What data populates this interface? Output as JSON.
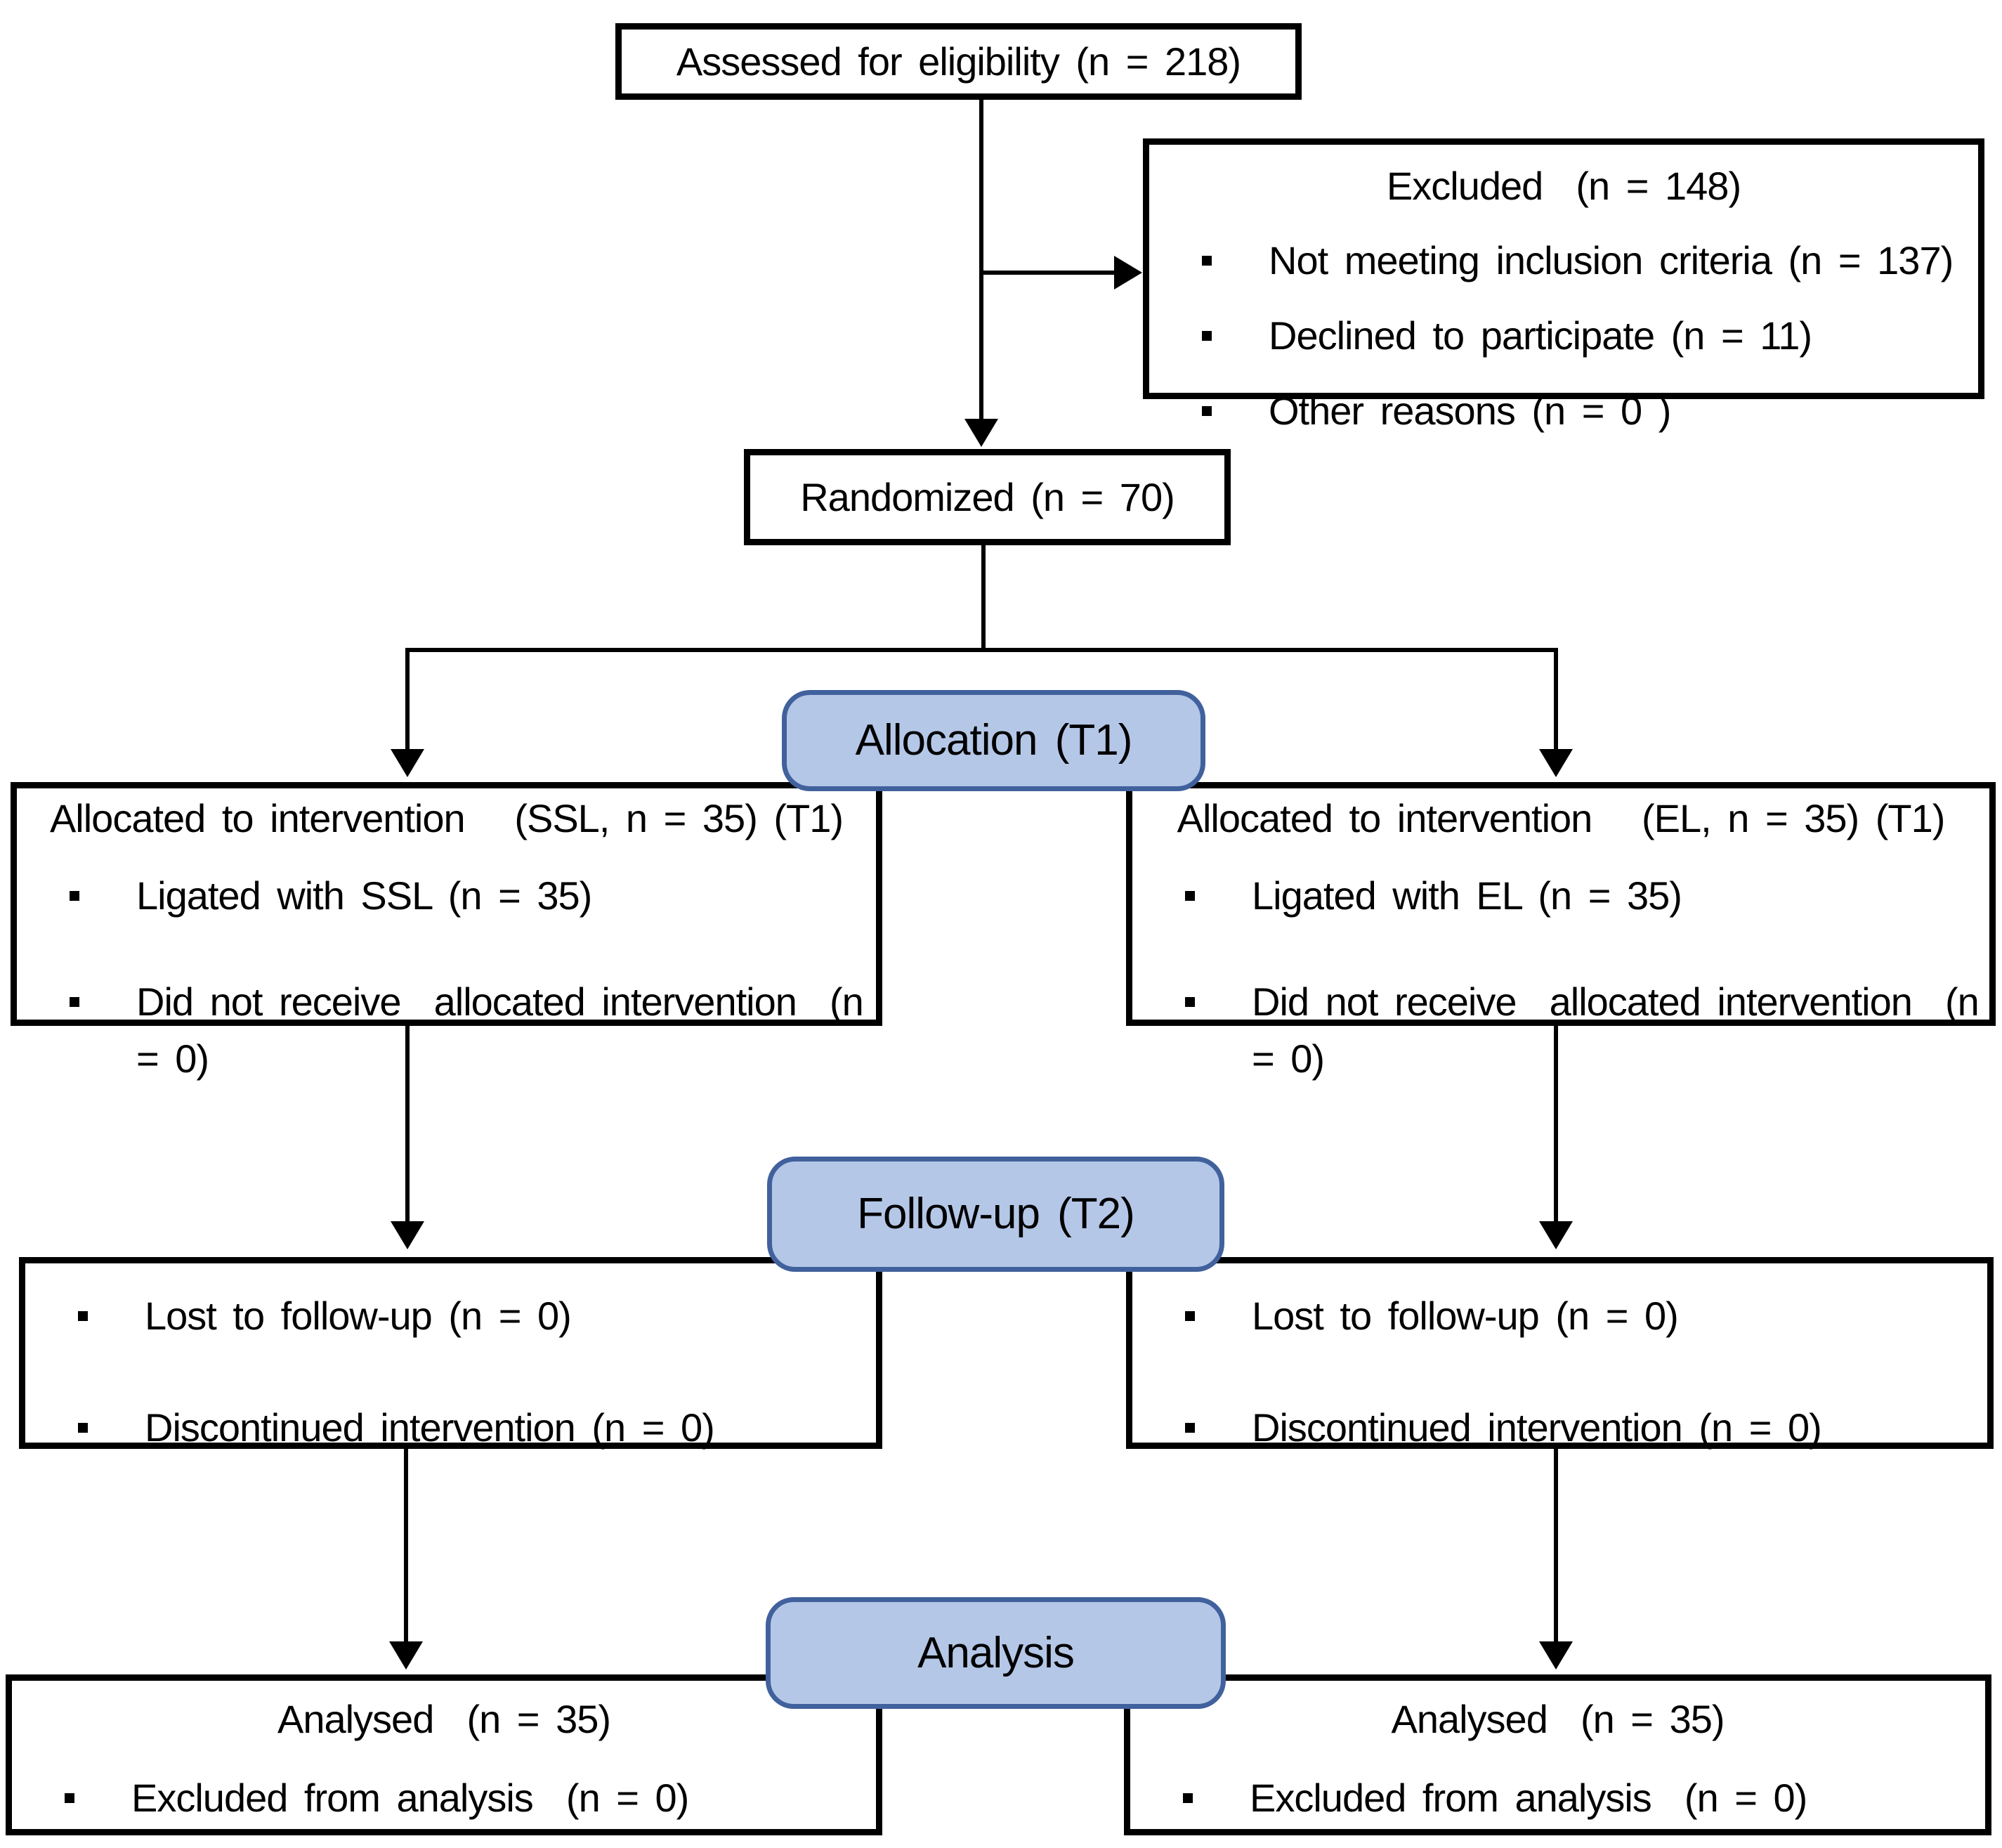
{
  "colors": {
    "stage_fill": "#B4C7E7",
    "stage_border": "#41619D",
    "box_border": "#000000",
    "line_color": "#000000",
    "background": "#FFFFFF"
  },
  "boxes": {
    "assessed": {
      "label": "Assessed for eligibility (n = 218)"
    },
    "excluded": {
      "title": "Excluded  (n = 148)",
      "items": [
        "Not meeting inclusion criteria (n = 137)",
        "Declined to participate (n = 11)",
        "Other reasons (n = 0 )"
      ]
    },
    "randomized": {
      "label": "Randomized (n = 70)"
    },
    "stage_allocation": {
      "label": "Allocation (T1)"
    },
    "alloc_left": {
      "title": "Allocated to intervention   (SSL, n = 35) (T1)",
      "items": [
        "Ligated with SSL (n = 35)",
        "Did not receive  allocated intervention  (n = 0)"
      ]
    },
    "alloc_right": {
      "title": "Allocated to intervention   (EL, n = 35) (T1)",
      "items": [
        "Ligated with EL (n = 35)",
        "Did not receive  allocated intervention  (n = 0)"
      ]
    },
    "stage_followup": {
      "label": "Follow-up (T2)"
    },
    "followup_left": {
      "items": [
        "Lost to follow-up (n = 0)",
        "Discontinued intervention (n = 0)"
      ]
    },
    "followup_right": {
      "items": [
        "Lost to follow-up (n = 0)",
        "Discontinued intervention (n = 0)"
      ]
    },
    "stage_analysis": {
      "label": "Analysis"
    },
    "analysis_left": {
      "title": "Analysed  (n = 35)",
      "items": [
        "Excluded from analysis  (n = 0)"
      ]
    },
    "analysis_right": {
      "title": "Analysed  (n = 35)",
      "items": [
        "Excluded from analysis  (n = 0)"
      ]
    }
  }
}
